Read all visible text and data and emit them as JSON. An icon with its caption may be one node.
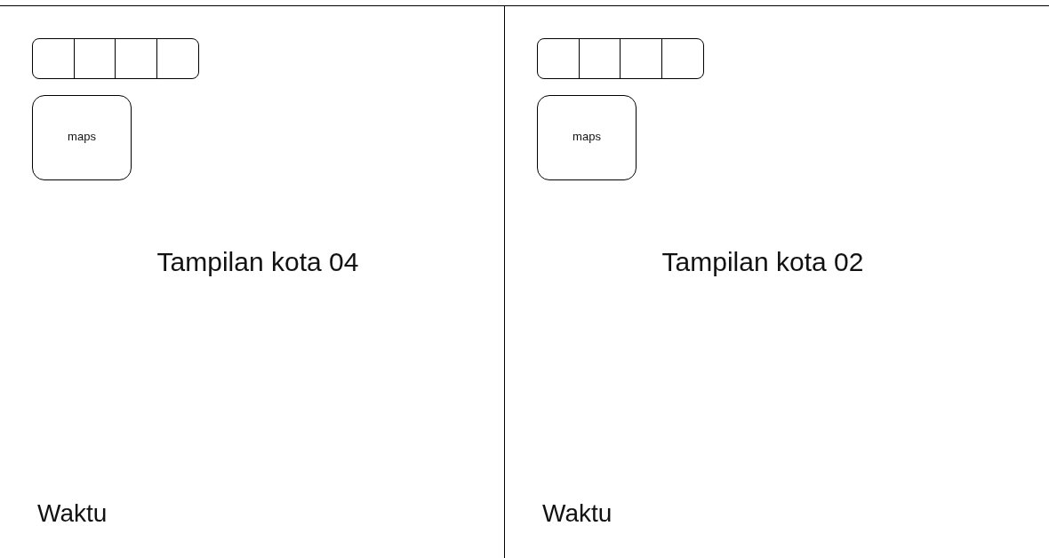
{
  "diagram": {
    "nodes": [
      {
        "text": [
          "Tampilan kota 04",
          "Waktu"
        ]
      },
      {
        "text": [],
        "shape": "box",
        "in": 0
      },
      {
        "text": [],
        "shape": "box",
        "in": 0
      },
      {
        "text": [],
        "shape": "box",
        "in": 0
      },
      {
        "text": [],
        "shape": "box",
        "in": 0
      },
      {
        "text": [
          "maps"
        ],
        "in": 0
      },
      {
        "text": [
          "Tampilan kota 02",
          "Waktu"
        ]
      },
      {
        "text": [],
        "shape": "box",
        "in": 6
      },
      {
        "text": [],
        "shape": "box",
        "in": 6
      },
      {
        "text": [],
        "shape": "box",
        "in": 6
      },
      {
        "text": [],
        "shape": "box",
        "in": 6
      },
      {
        "text": [
          "maps"
        ],
        "in": 6
      }
    ],
    "edges": []
  }
}
